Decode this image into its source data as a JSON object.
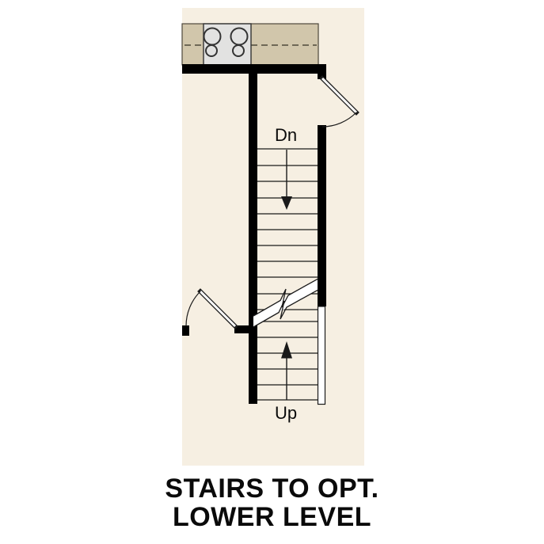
{
  "caption": {
    "line1": "STAIRS TO OPT.",
    "line2": "LOWER LEVEL"
  },
  "plan": {
    "labels": {
      "down": "Dn",
      "up": "Up"
    },
    "cooktop": {
      "burners": 4
    },
    "colors": {
      "canvas": "#ffffff",
      "plan_background": "#f6efe2",
      "counter": "#d1c6ab",
      "counter_outline": "#4d483b",
      "cooktop": "#e2e2e1",
      "cooktop_outline": "#333333",
      "wall": "#000000",
      "line": "#1a1a1a",
      "text": "#0a0a0a"
    }
  }
}
